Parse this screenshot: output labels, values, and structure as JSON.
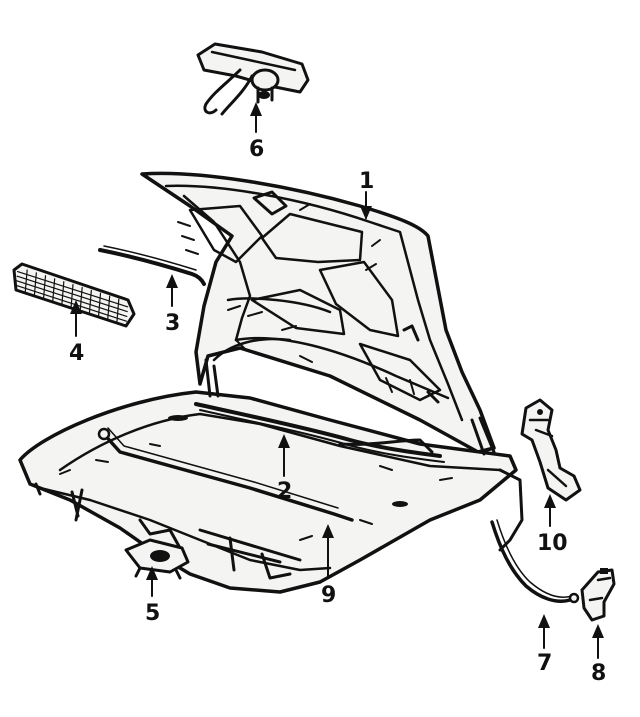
{
  "figure": {
    "background": "#ffffff",
    "ink_color": "#111111"
  },
  "callouts": [
    {
      "id": "c1",
      "label": "1"
    },
    {
      "id": "c2",
      "label": "2"
    },
    {
      "id": "c3",
      "label": "3"
    },
    {
      "id": "c4",
      "label": "4"
    },
    {
      "id": "c5",
      "label": "5"
    },
    {
      "id": "c6",
      "label": "6"
    },
    {
      "id": "c7",
      "label": "7"
    },
    {
      "id": "c8",
      "label": "8"
    },
    {
      "id": "c9",
      "label": "9"
    },
    {
      "id": "c10",
      "label": "10"
    }
  ]
}
